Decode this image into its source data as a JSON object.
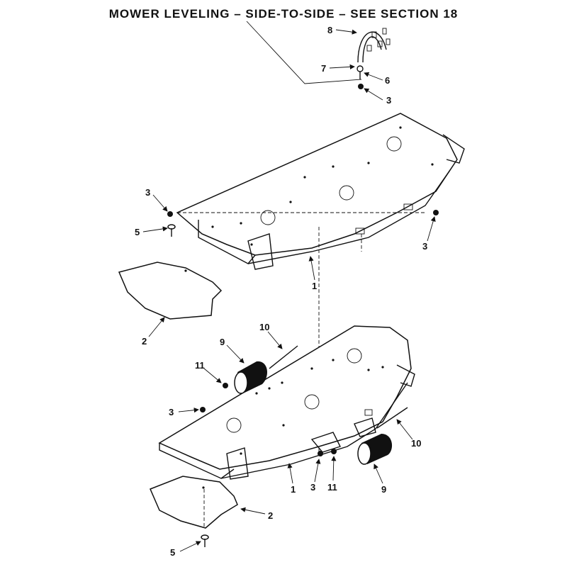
{
  "title": "MOWER LEVELING – SIDE-TO-SIDE – SEE SECTION 18",
  "callouts": {
    "c8": "8",
    "c7": "7",
    "c6": "6",
    "c3_top": "3",
    "c3_left_upper": "3",
    "c5_upper": "5",
    "c3_right_upper": "3",
    "c1_upper": "1",
    "c2_upper": "2",
    "c10_upper": "10",
    "c9_upper": "9",
    "c11_upper": "11",
    "c3_left_lower": "3",
    "c10_lower": "10",
    "c1_lower": "1",
    "c3_lower": "3",
    "c11_lower": "11",
    "c9_lower": "9",
    "c2_lower": "2",
    "c5_lower": "5"
  },
  "colors": {
    "line": "#111111",
    "background": "#ffffff"
  }
}
